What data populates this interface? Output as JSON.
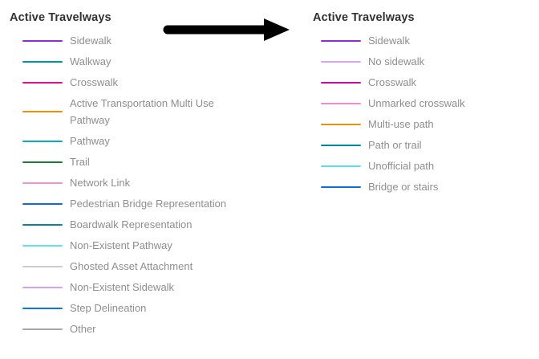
{
  "colors": {
    "title_text": "#323232",
    "label_text": "#8e8e8e",
    "arrow": "#000000",
    "background": "#ffffff"
  },
  "arrow": {
    "name": "before-to-after-arrow",
    "direction": "right",
    "color": "#000000"
  },
  "before_legend": {
    "title": "Active Travelways",
    "items": [
      {
        "label": "Sidewalk",
        "color": "#8e2cd1"
      },
      {
        "label": "Walkway",
        "color": "#00989e"
      },
      {
        "label": "Crosswalk",
        "color": "#e00f8c"
      },
      {
        "label": "Active Transportation Multi Use Pathway",
        "color": "#e8910b"
      },
      {
        "label": "Pathway",
        "color": "#10a7c2"
      },
      {
        "label": "Trail",
        "color": "#1b7d37"
      },
      {
        "label": "Network Link",
        "color": "#f393c4"
      },
      {
        "label": "Pedestrian Bridge Representation",
        "color": "#0c6fd9"
      },
      {
        "label": "Boardwalk Representation",
        "color": "#0782a8"
      },
      {
        "label": "Non-Existent Pathway",
        "color": "#64e0ef"
      },
      {
        "label": "Ghosted Asset Attachment",
        "color": "#cccccc"
      },
      {
        "label": "Non-Existent Sidewalk",
        "color": "#d2a3f2"
      },
      {
        "label": "Step Delineation",
        "color": "#0a74e8"
      },
      {
        "label": "Other",
        "color": "#a6a6a6"
      }
    ]
  },
  "after_legend": {
    "title": "Active Travelways",
    "items": [
      {
        "label": "Sidewalk",
        "color": "#8e2cd1"
      },
      {
        "label": "No sidewalk",
        "color": "#d8a9f0"
      },
      {
        "label": "Crosswalk",
        "color": "#c40c9e"
      },
      {
        "label": "Unmarked crosswalk",
        "color": "#f08cc6"
      },
      {
        "label": "Multi-use path",
        "color": "#e8910b"
      },
      {
        "label": "Path or trail",
        "color": "#008a9e"
      },
      {
        "label": "Unofficial path",
        "color": "#5cdcf2"
      },
      {
        "label": "Bridge or stairs",
        "color": "#0a6ed8"
      }
    ]
  }
}
